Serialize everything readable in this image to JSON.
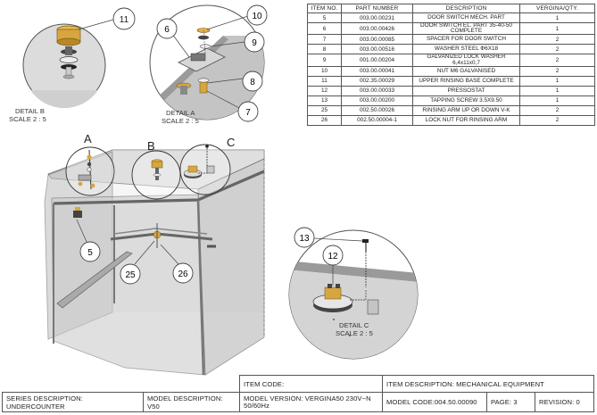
{
  "bom": {
    "headers": [
      "ITEM NO.",
      "PART NUMBER",
      "DESCRIPTION",
      "VERGINA/QTY."
    ],
    "rows": [
      {
        "item": "5",
        "part": "003.00.00231",
        "desc": "DOOR SWITCH MECH. PART",
        "qty": "1"
      },
      {
        "item": "6",
        "part": "003.00.00426",
        "desc": "DOOR SWITCH EL. PART 35-40-50 COMPLETE",
        "qty": "1"
      },
      {
        "item": "7",
        "part": "003.00.00085",
        "desc": "SPACER FOR DOOR SWITCH",
        "qty": "2"
      },
      {
        "item": "8",
        "part": "003.00.00516",
        "desc": "WASHER STEEL Ф6X18",
        "qty": "2"
      },
      {
        "item": "9",
        "part": "001.00.00204",
        "desc": "GALVANIZED LOCK WASHER 6,4x11x0,7",
        "qty": "2"
      },
      {
        "item": "10",
        "part": "003.00.00041",
        "desc": "NUT M6 GALVANISED",
        "qty": "2"
      },
      {
        "item": "11",
        "part": "002.35.00029",
        "desc": "UPPER RINSING BASE COMPLETE",
        "qty": "1"
      },
      {
        "item": "12",
        "part": "003.00.00033",
        "desc": "PRESSOSTAT",
        "qty": "1"
      },
      {
        "item": "13",
        "part": "003.00.00200",
        "desc": "TAPPING SCREW 3.5X9.50",
        "qty": "1"
      },
      {
        "item": "25",
        "part": "002.50.00026",
        "desc": "RINSING ARM UP OR DOWN V-K",
        "qty": "2"
      },
      {
        "item": "26",
        "part": "002.50.00004-1",
        "desc": "LOCK NUT FOR RINSING ARM",
        "qty": "2"
      }
    ]
  },
  "details": {
    "b": {
      "title": "DETAIL B",
      "scale": "SCALE 2 : 5"
    },
    "a": {
      "title": "DETAIL A",
      "scale": "SCALE 2 : 5"
    },
    "c": {
      "title": "DETAIL C",
      "scale": "SCALE 2 : 5"
    }
  },
  "view_letters": {
    "a": "A",
    "b": "B",
    "c": "C"
  },
  "balloons": {
    "b11": "11",
    "b10": "10",
    "b6": "6",
    "b9": "9",
    "b8": "8",
    "b7": "7",
    "b5": "5",
    "b25": "25",
    "b26": "26",
    "b13": "13",
    "b12": "12"
  },
  "title_block": {
    "item_code": "ITEM CODE:",
    "item_description": "ITEM DESCRIPTION: MECHANICAL EQUIPMENT",
    "series_description": "SERIES DESCRIPTION: UNDERCOUNTER",
    "model_description": "MODEL DESCRIPTION: V50",
    "model_version": "MODEL VERSION: VERGINA50 230V~N 50/60Hz",
    "model_code": "MODEL CODE:004.50.00090",
    "page": "PAGE: 3",
    "revision": "REVISION: 0"
  },
  "colors": {
    "line": "#444444",
    "panel": "#c9c9c9",
    "panel_dark": "#9a9a9a",
    "brass": "#d8a640"
  }
}
